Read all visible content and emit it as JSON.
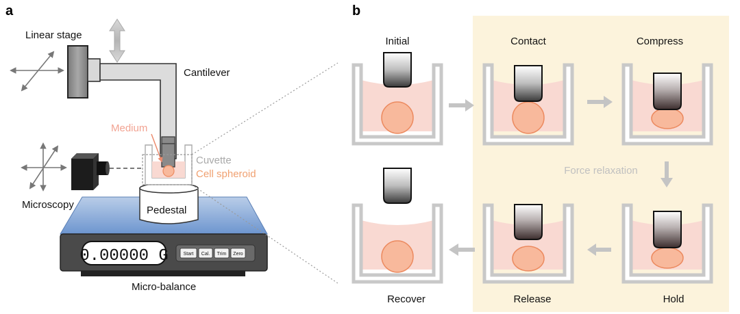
{
  "panel_a": {
    "label": "a",
    "linear_stage": "Linear stage",
    "cantilever": "Cantilever",
    "medium": "Medium",
    "cuvette": "Cuvette",
    "cell_spheroid": "Cell spheroid",
    "microscopy": "Microscopy",
    "pedestal": "Pedestal",
    "micro_balance": "Micro-balance",
    "display_value": "0.00000 G",
    "buttons": [
      "Start",
      "Cal.",
      "Trim",
      "Zero"
    ]
  },
  "panel_b": {
    "label": "b",
    "steps": {
      "initial": "Initial",
      "contact": "Contact",
      "compress": "Compress",
      "hold": "Hold",
      "release": "Release",
      "recover": "Recover"
    },
    "force_relaxation": "Force relaxation"
  },
  "colors": {
    "highlight_bg": "#fcf3dc",
    "medium_fill": "#f9d9d2",
    "spheroid_fill": "#f8b99c",
    "spheroid_stroke": "#ec8a5f",
    "cuvette_gray": "#c8c8c8",
    "arrow_gray": "#c4c4c4",
    "medium_text": "#f2a392",
    "cuvette_text": "#a9a9a9",
    "spheroid_text": "#f0a070",
    "balance_top": "#7fa3d6"
  }
}
